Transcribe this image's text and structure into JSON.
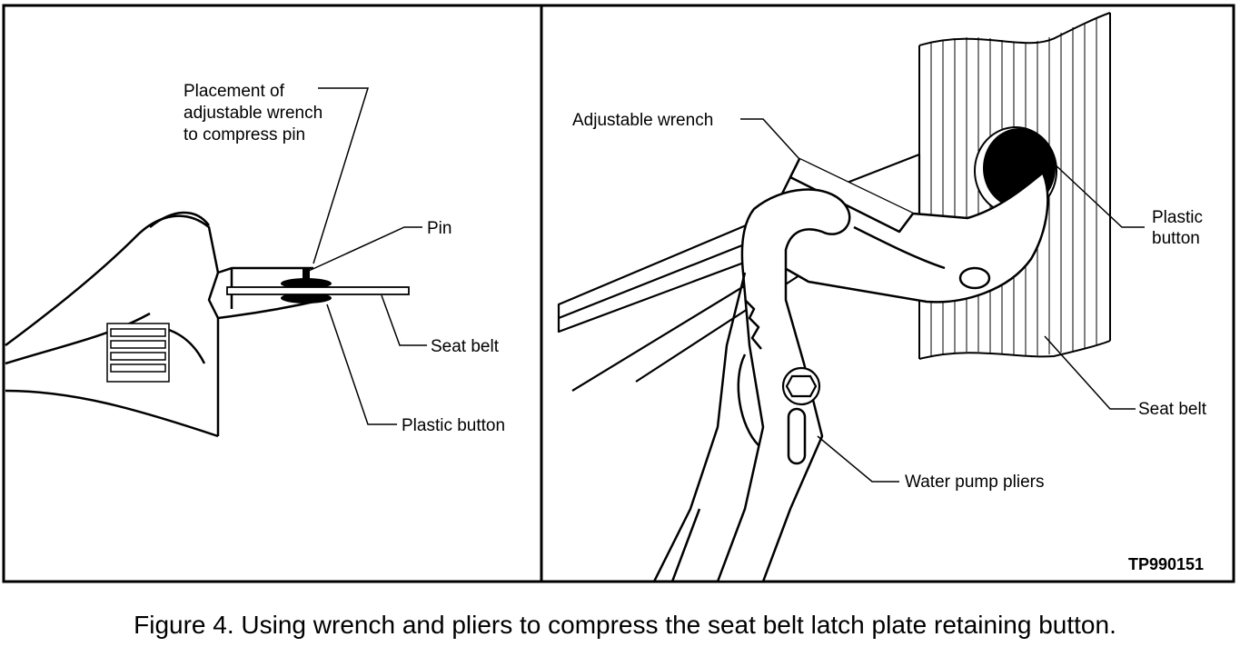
{
  "left_panel": {
    "labels": {
      "placement_line1": "Placement of",
      "placement_line2": "adjustable wrench",
      "placement_line3": "to compress pin",
      "pin": "Pin",
      "seat_belt": "Seat belt",
      "plastic_button": "Plastic button"
    }
  },
  "right_panel": {
    "labels": {
      "adjustable_wrench": "Adjustable wrench",
      "plastic_line1": "Plastic",
      "plastic_line2": "button",
      "seat_belt": "Seat belt",
      "water_pump_pliers": "Water pump pliers"
    },
    "figure_code": "TP990151"
  },
  "caption": "Figure 4.  Using wrench and pliers to compress the seat belt latch plate retaining button."
}
